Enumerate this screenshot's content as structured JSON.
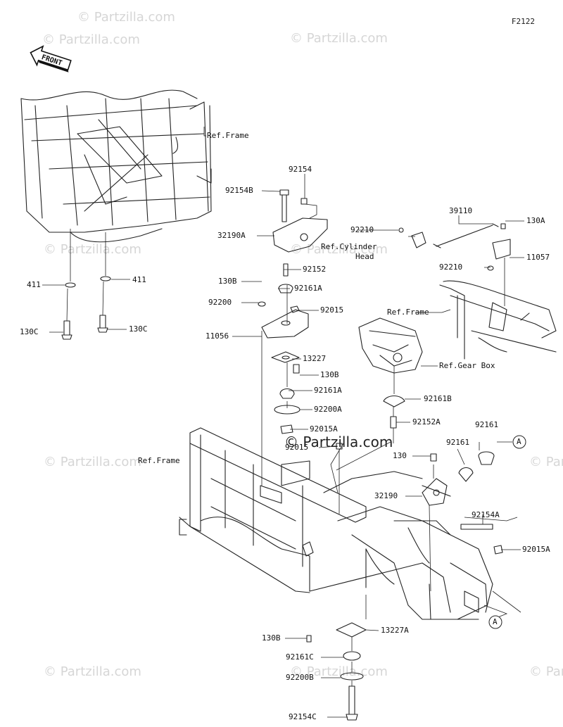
{
  "diagram_code": "F2122",
  "front_label": "FRONT",
  "watermark": "© Partzilla.com",
  "callouts": {
    "c92154": "92154",
    "c92154B": "92154B",
    "c32190A": "32190A",
    "c92152": "92152",
    "c130B_1": "130B",
    "c92161A_1": "92161A",
    "c92200": "92200",
    "c92015_1": "92015",
    "c11056": "11056",
    "c13227": "13227",
    "c130B_2": "130B",
    "c92161A_2": "92161A",
    "c92200A": "92200A",
    "c92015A_1": "92015A",
    "c92015_2": "92015",
    "c39110": "39110",
    "c130A": "130A",
    "c92210_1": "92210",
    "c92210_2": "92210",
    "c11057": "11057",
    "c411_1": "411",
    "c411_2": "411",
    "c130C_1": "130C",
    "c130C_2": "130C",
    "c92161B": "92161B",
    "c92152A": "92152A",
    "c92161_1": "92161",
    "c92161_2": "92161",
    "c130": "130",
    "c32190": "32190",
    "c92154A": "92154A",
    "c92015A_2": "92015A",
    "c13227A": "13227A",
    "c130B_3": "130B",
    "c92161C": "92161C",
    "c92200B": "92200B",
    "c92154C": "92154C",
    "ref_frame_1": "Ref.Frame",
    "ref_frame_2": "Ref.Frame",
    "ref_frame_3": "Ref.Frame",
    "ref_cylinder": "Ref.Cylinder",
    "ref_cylinder_2": "Head",
    "ref_gearbox": "Ref.Gear Box",
    "circle_a_1": "A",
    "circle_a_2": "A"
  }
}
